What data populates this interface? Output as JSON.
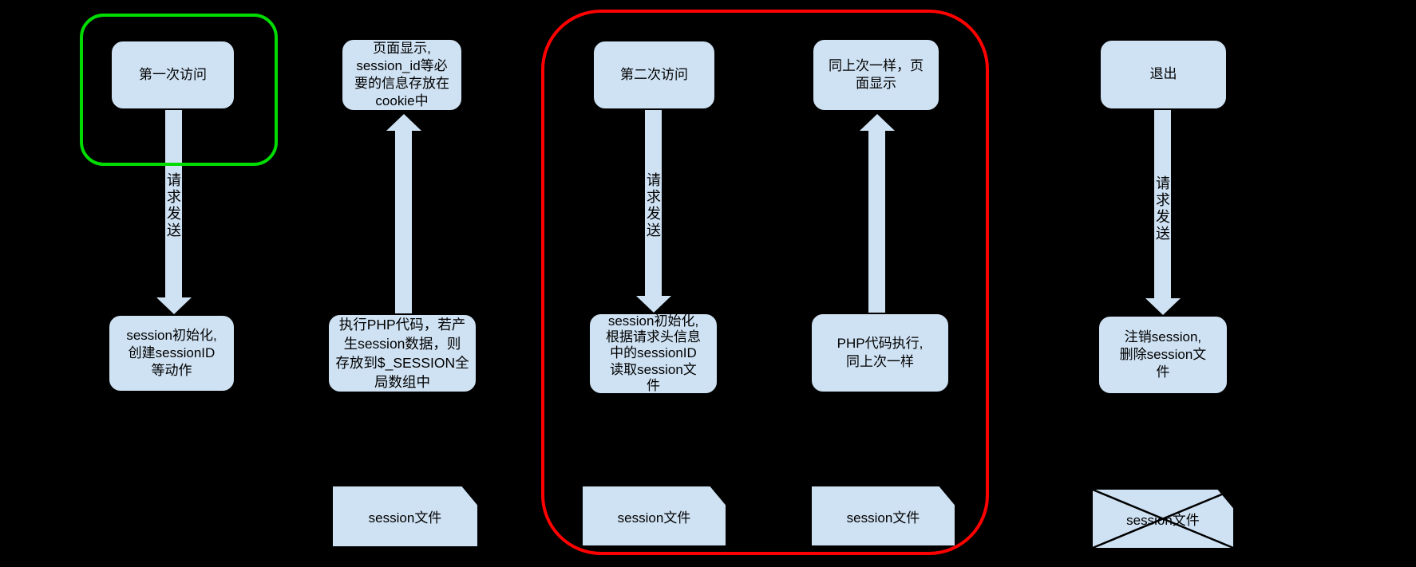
{
  "diagram": {
    "description": "PHP session lifecycle flowchart",
    "colors": {
      "background": "#000000",
      "node_fill": "#cfe2f3",
      "node_border": "#000000",
      "text": "#000000",
      "first_visit_highlight": "#00dc00",
      "repeat_visit_highlight": "#ff0000"
    },
    "nodes": {
      "first_visit": "第一次访问",
      "page_display_cookie": "页面显示,\nsession_id等必\n要的信息存放在\ncookie中",
      "second_visit": "第二次访问",
      "same_as_last_display": "同上次一样，页\n面显示",
      "logout": "退出",
      "session_init_create": "session初始化,\n创建sessionID\n等动作",
      "php_exec_store": "执行PHP代码，若产\n生session数据，则\n存放到$_SESSION全\n局数组中",
      "session_init_read": "session初始化,\n根据请求头信息\n中的sessionID\n读取session文\n件",
      "php_exec_same": "PHP代码执行,\n同上次一样",
      "logout_destroy": "注销session,\n删除session文\n件"
    },
    "arrow_labels": {
      "request_send_first": "请\n求\n发\n送",
      "request_send_second": "请\n求\n发\n送",
      "request_send_logout": "请\n求\n发\n送"
    },
    "files": {
      "session_file_1": "session文件",
      "session_file_2": "session文件",
      "session_file_3": "session文件",
      "session_file_deleted": "session文件"
    }
  }
}
